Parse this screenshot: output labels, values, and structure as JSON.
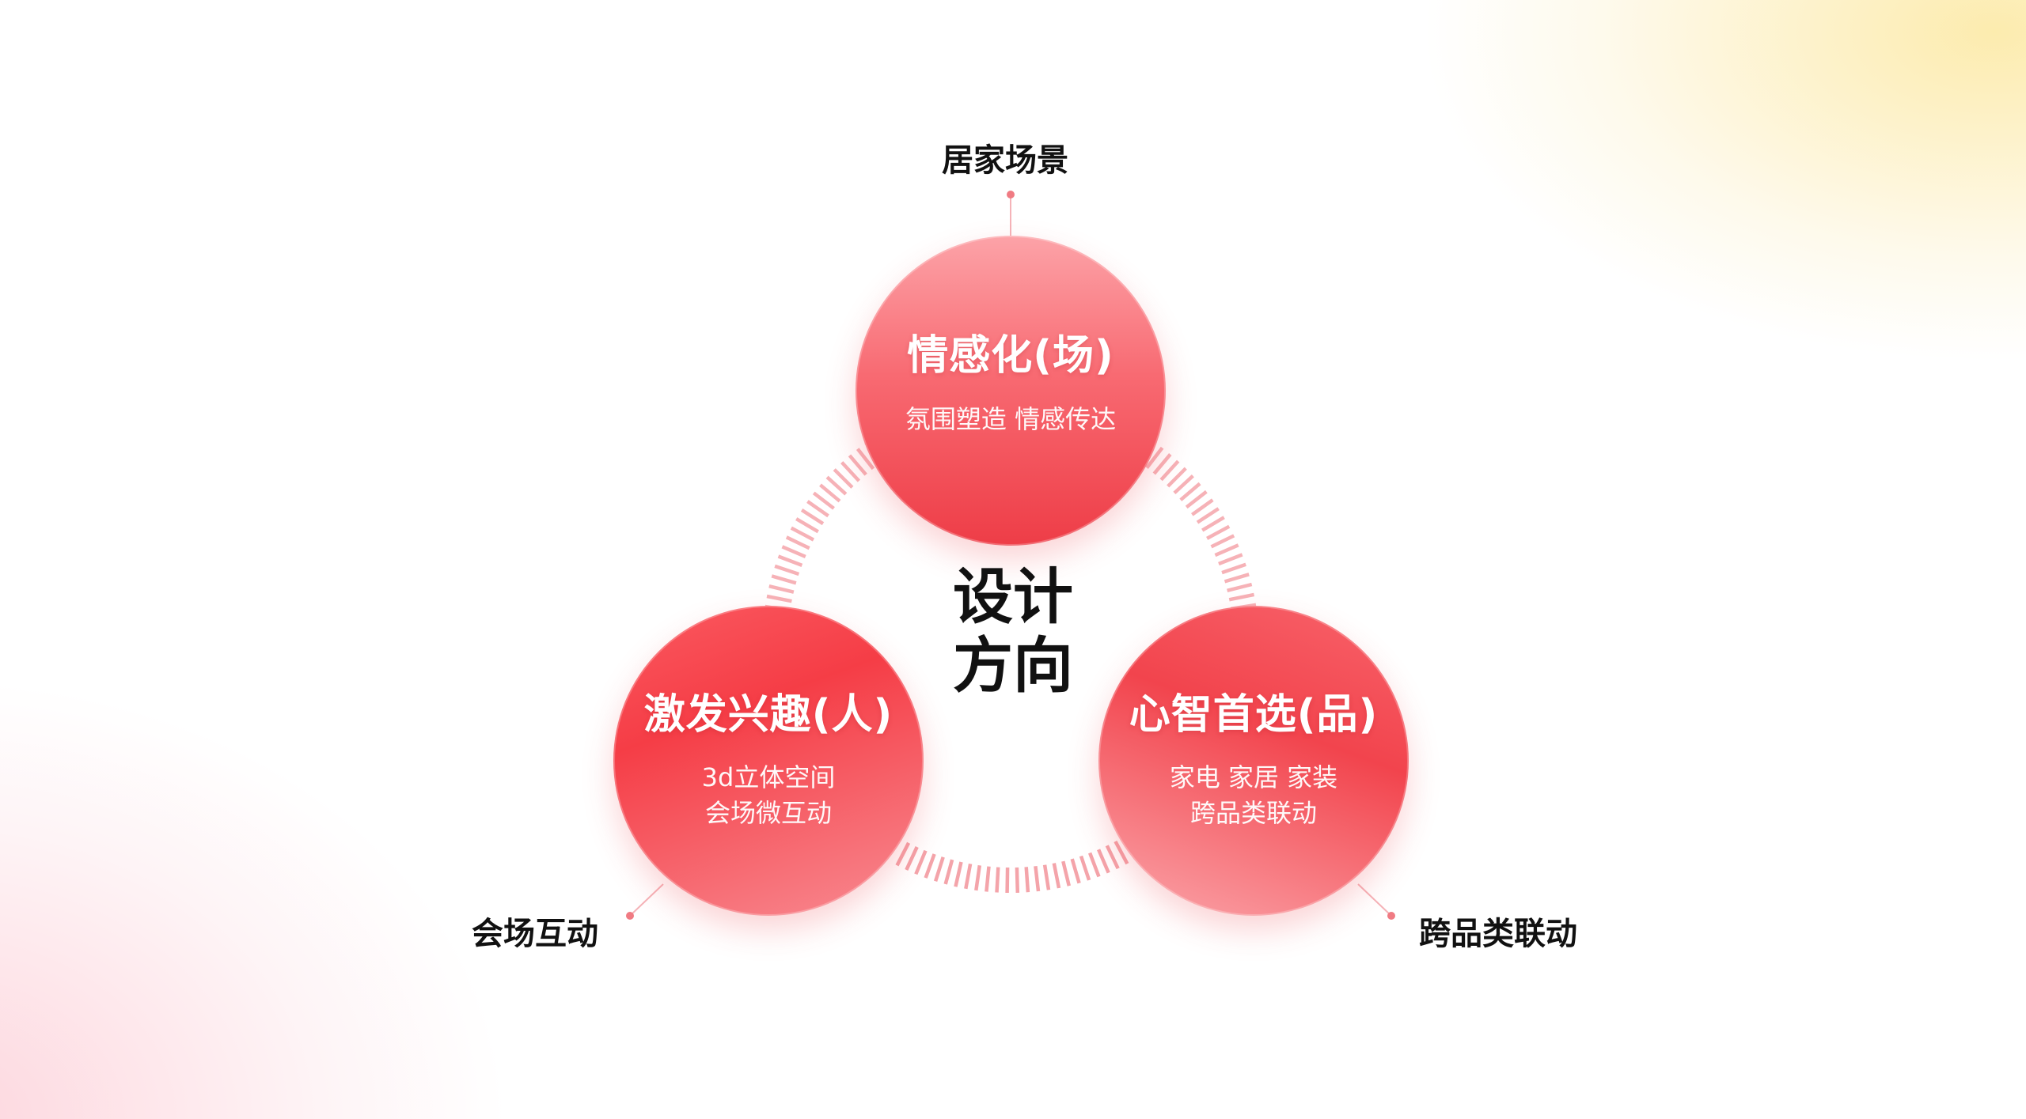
{
  "diagram": {
    "center_title_line1": "设计",
    "center_title_line2": "方向",
    "nodes": {
      "top": {
        "title": "情感化(场)",
        "description_line1": "氛围塑造 情感传达",
        "external_label": "居家场景"
      },
      "left": {
        "title": "激发兴趣(人)",
        "description_line1": "3d立体空间",
        "description_line2": "会场微互动",
        "external_label": "会场互动"
      },
      "right": {
        "title": "心智首选(品)",
        "description_line1": "家电 家居 家装",
        "description_line2": "跨品类联动",
        "external_label": "跨品类联动"
      }
    },
    "colors": {
      "node_red": "#f2444d",
      "ring_stripe": "#f4a0a6",
      "connector_dot": "#f07b83",
      "text_dark": "#111111",
      "text_light": "#ffffff"
    }
  }
}
